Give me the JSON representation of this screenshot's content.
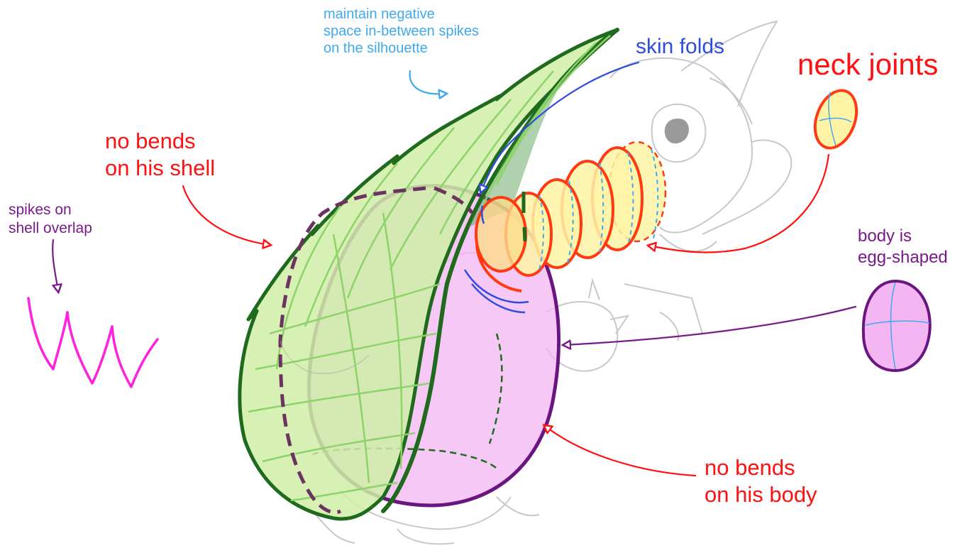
{
  "annotations": {
    "negative_space": [
      "maintain negative",
      "space in-between spikes",
      "on the silhouette"
    ],
    "skin_folds": "skin folds",
    "neck_joints": "neck joints",
    "shell_bends": [
      "no bends",
      "on his shell"
    ],
    "spikes_overlap": [
      "spikes on",
      "shell overlap"
    ],
    "egg_shaped": [
      "body is",
      "egg-shaped"
    ],
    "body_bends": [
      "no bends",
      "on his body"
    ]
  },
  "colors": {
    "shell_fill": "#cfeea6",
    "shell_outline": "#1f6a1c",
    "body_fill": "#f3b6f3",
    "body_outline": "#6b1580",
    "neck_fill": "#fff3a6",
    "neck_outline": "#ff3a12",
    "red_note": "#ff1111",
    "blue_note": "#2f4ce0",
    "light_blue_note": "#3fa9f0",
    "purple_note": "#7a1a8a",
    "magenta_spikes": "#ff22dd",
    "sketch_gray": "#c8c8c8"
  }
}
